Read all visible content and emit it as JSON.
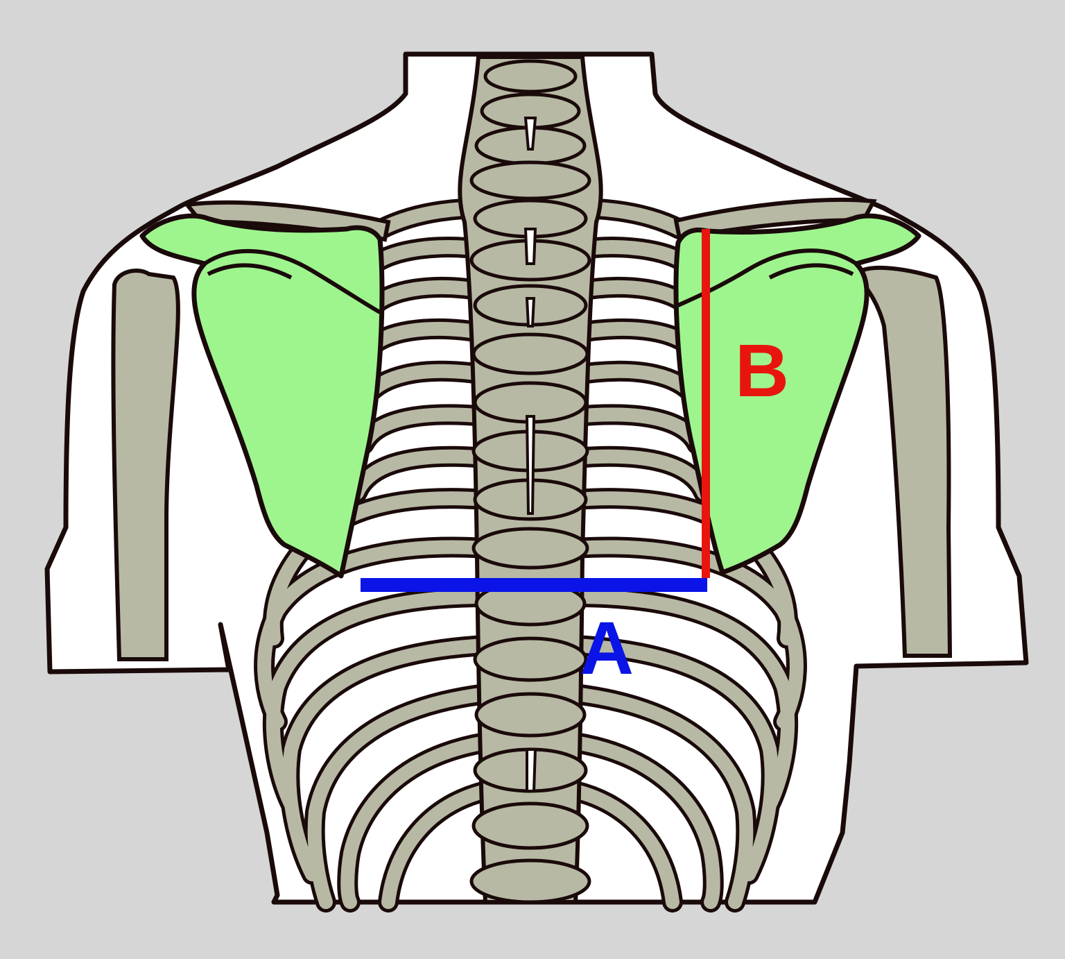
{
  "diagram": {
    "subject": "Upper back skeleton (posterior view) with scapulae highlighted",
    "colors": {
      "background": "#d6d6d6",
      "body": "#ffffff",
      "bone": "#b7b9a4",
      "scapula": "#9ef58e",
      "outline": "#1a0a0a",
      "measure_a": "#0a14e6",
      "measure_b": "#e8150f"
    },
    "measurements": [
      {
        "id": "A",
        "label": "A",
        "orientation": "horizontal",
        "color": "#0a14e6",
        "from": [
          520,
          843
        ],
        "to": [
          1020,
          843
        ]
      },
      {
        "id": "B",
        "label": "B",
        "orientation": "vertical",
        "color": "#e8150f",
        "from": [
          1018,
          330
        ],
        "to": [
          1018,
          830
        ]
      }
    ],
    "labels": {
      "a": "A",
      "b": "B"
    }
  }
}
